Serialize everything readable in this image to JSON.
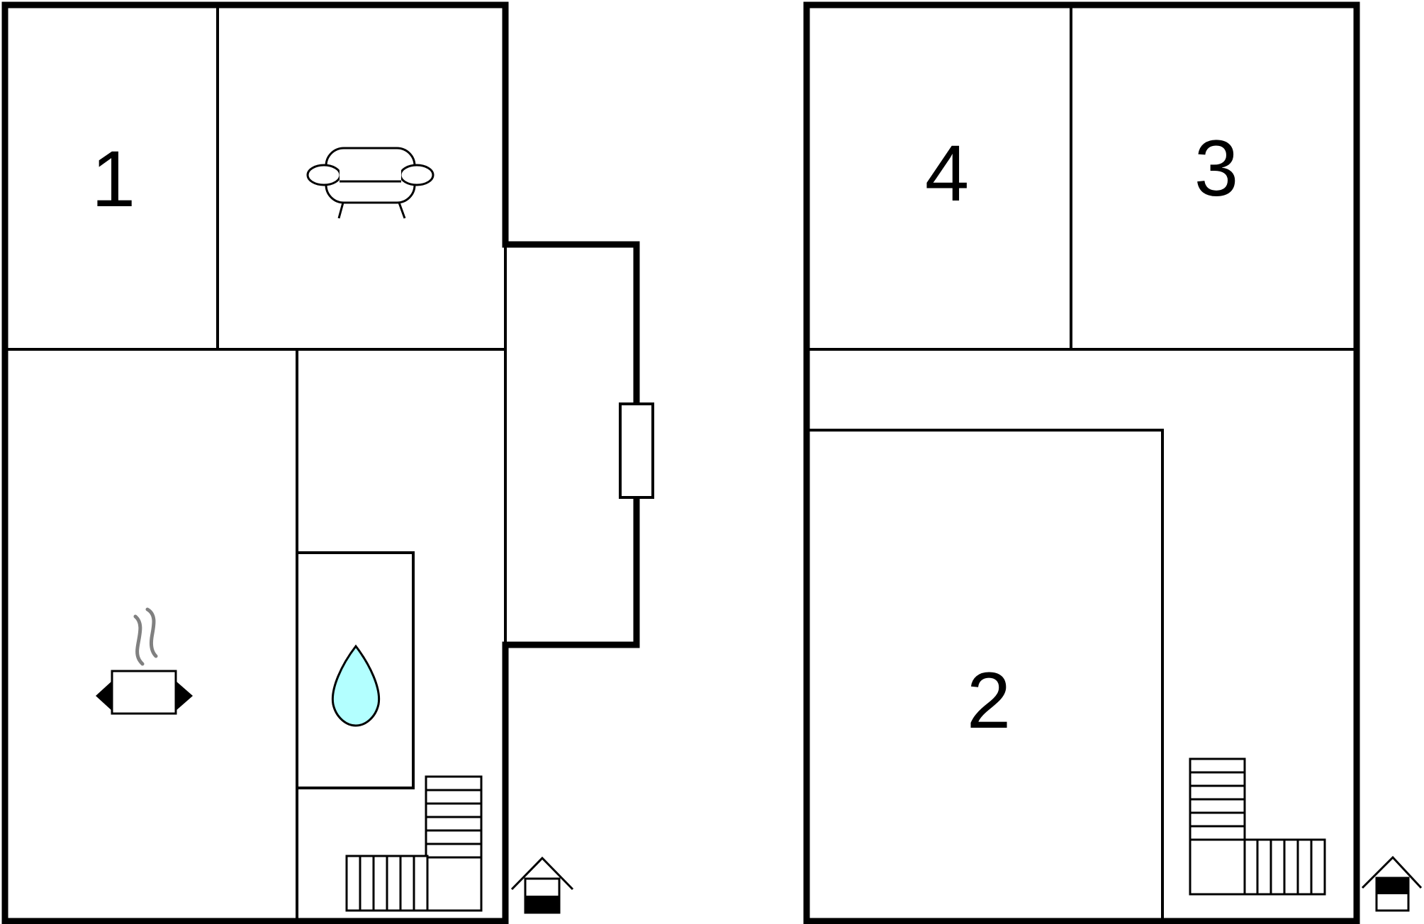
{
  "floor_plan": {
    "ground_floor": {
      "rooms": [
        {
          "label": "1",
          "type": "bedroom"
        },
        {
          "label": "",
          "type": "living-room",
          "icon": "sofa-icon"
        },
        {
          "label": "",
          "type": "kitchen",
          "icon": "cooking-pot-icon"
        },
        {
          "label": "",
          "type": "bathroom",
          "icon": "water-drop-icon"
        }
      ],
      "features": [
        "staircase-icon",
        "entrance-house-icon",
        "exterior-door"
      ]
    },
    "upper_floor": {
      "rooms": [
        {
          "label": "4",
          "type": "bedroom"
        },
        {
          "label": "3",
          "type": "bedroom"
        },
        {
          "label": "2",
          "type": "bedroom"
        }
      ],
      "features": [
        "staircase-icon",
        "floor-indicator-house-icon"
      ]
    },
    "colors": {
      "wall": "#000000",
      "background": "#ffffff",
      "water": "#b3ffff",
      "steam": "#808080"
    }
  }
}
